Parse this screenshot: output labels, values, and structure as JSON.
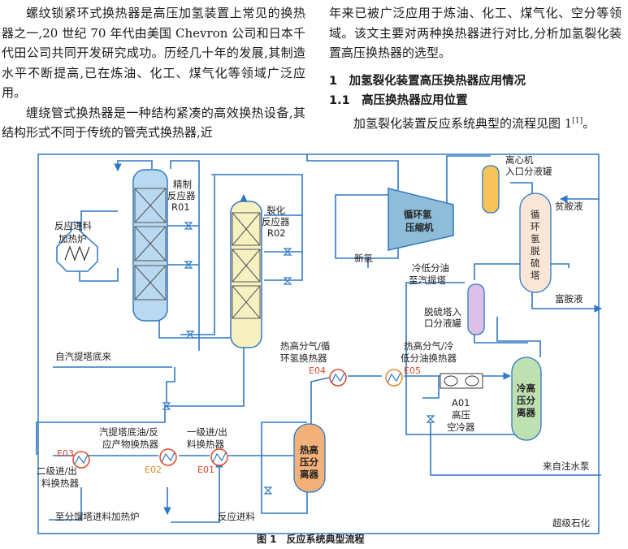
{
  "left_column": {
    "p1": "螺纹锁紧环式换热器是高压加氢装置上常见的换热器之一,20 世纪 70 年代由美国 Chevron 公司和日本千代田公司共同开发研究成功。历经几十年的发展,其制造水平不断提高,已在炼油、化工、煤气化等领域广泛应用。",
    "p2": "缠绕管式换热器是一种结构紧凑的高效换热设备,其结构形式不同于传统的管壳式换热器,近"
  },
  "right_column": {
    "p1": "年来已被广泛应用于炼油、化工、煤气化、空分等领域。该文主要对两种换热器进行对比,分析加氢裂化装置高压换热器的选型。",
    "h1": "1　加氢裂化装置高压换热器应用情况",
    "h2": "1.1　高压换热器应用位置",
    "p2": "加氢裂化装置反应系统典型的流程见图 1",
    "ref": "[1]",
    "p2_end": "。"
  },
  "figure": {
    "caption": "图 1　反应系统典型流程",
    "watermark": "超级石化",
    "labels": {
      "r01_a": "精制",
      "r01_b": "反应器",
      "r01_c": "R01",
      "r02_a": "裂化",
      "r02_b": "反应器",
      "r02_c": "R02",
      "furnace_a": "反应进料",
      "furnace_b": "加热炉",
      "compressor_a": "循环氢",
      "compressor_b": "压缩机",
      "drum_a": "离心机",
      "drum_b": "入口分液罐",
      "poor_amine": "贫胺液",
      "rich_amine": "富胺液",
      "scrubber_a": "循",
      "scrubber_b": "环",
      "scrubber_c": "氢",
      "scrubber_d": "脱",
      "scrubber_e": "硫",
      "scrubber_f": "塔",
      "new_h2": "新氢",
      "cold_oil_a": "冷低分油",
      "cold_oil_b": "至汽提塔",
      "ko_a": "脱硫塔入",
      "ko_b": "口分液罐",
      "e04_a": "热高分气/循",
      "e04_b": "环氢换热器",
      "e04": "E04",
      "e05_a": "热高分气/冷",
      "e05_b": "低分油换热器",
      "e05": "E05",
      "a01_a": "A01",
      "a01_b": "高压",
      "a01_c": "空冷器",
      "cold_sep_a": "冷高",
      "cold_sep_b": "压分",
      "cold_sep_c": "离器",
      "hot_sep_a": "热高",
      "hot_sep_b": "压分",
      "hot_sep_c": "离器",
      "stripper_bottom": "自汽提塔底来",
      "e02_a": "汽提塔底油/反",
      "e02_b": "应产物换热器",
      "e02": "E02",
      "e01_a": "一级进/出",
      "e01_b": "料换热器",
      "e01": "E01",
      "e03": "E03",
      "e03_a": "二级进/出",
      "e03_b": "料换热器",
      "water_pump": "来自注水泵",
      "to_frac": "至分馏塔进料加热炉",
      "feed": "反应进料"
    }
  },
  "colors": {
    "flow_line": "#2f78c4",
    "r01_fill": "#b8d9f0",
    "r02_fill": "#f7f1c2",
    "compressor_fill": "#8fbcd9",
    "drum_fill": "#f8c45a",
    "scrubber_fill": "#f9e6d6",
    "ko_fill": "#dcc0e8",
    "cold_sep_fill": "#bfe0b0",
    "hot_sep_fill": "#f3b078",
    "exchanger_label": "#e0482a",
    "exchanger_label_alt": "#e08a2a"
  }
}
